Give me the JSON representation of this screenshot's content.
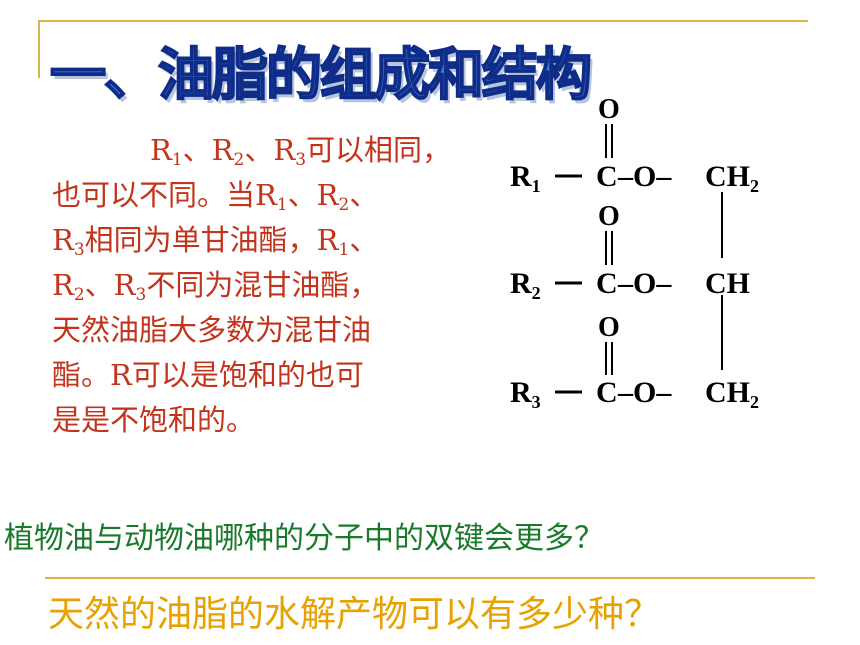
{
  "title": "一、油脂的组成和结构",
  "paragraph": {
    "line1": {
      "r": "R",
      "s1": "1",
      "a": "、R",
      "s2": "2",
      "b": "、R",
      "s3": "3",
      "c": "可以相同，"
    },
    "line2": {
      "a": "也可以不同。当R",
      "s1": "1",
      "b": "、R",
      "s2": "2",
      "c": "、"
    },
    "line3": {
      "r": "R",
      "s3": "3",
      "a": "相同为单甘油酯，R",
      "s1": "1",
      "b": "、"
    },
    "line4": {
      "r": "R",
      "s2": "2",
      "a": "、R",
      "s3": "3",
      "b": "不同为混甘油酯，"
    },
    "line5": "天然油脂大多数为混甘油",
    "line6": "酯。R可以是饱和的也可",
    "line7": "是是不饱和的。"
  },
  "formula": {
    "o_top": "O",
    "o_mid": "O",
    "o_bot": "O",
    "r": "R",
    "sub1": "1",
    "sub2": "2",
    "sub3": "3",
    "dash": "–",
    "c": "C",
    "o_link": "–O–",
    "ch2": "CH",
    "ch2_sub": "2",
    "ch": "CH"
  },
  "question1": "植物油与动物油哪种的分子中的双键会更多？",
  "question2": "天然的油脂的水解产物可以有多少种？"
}
